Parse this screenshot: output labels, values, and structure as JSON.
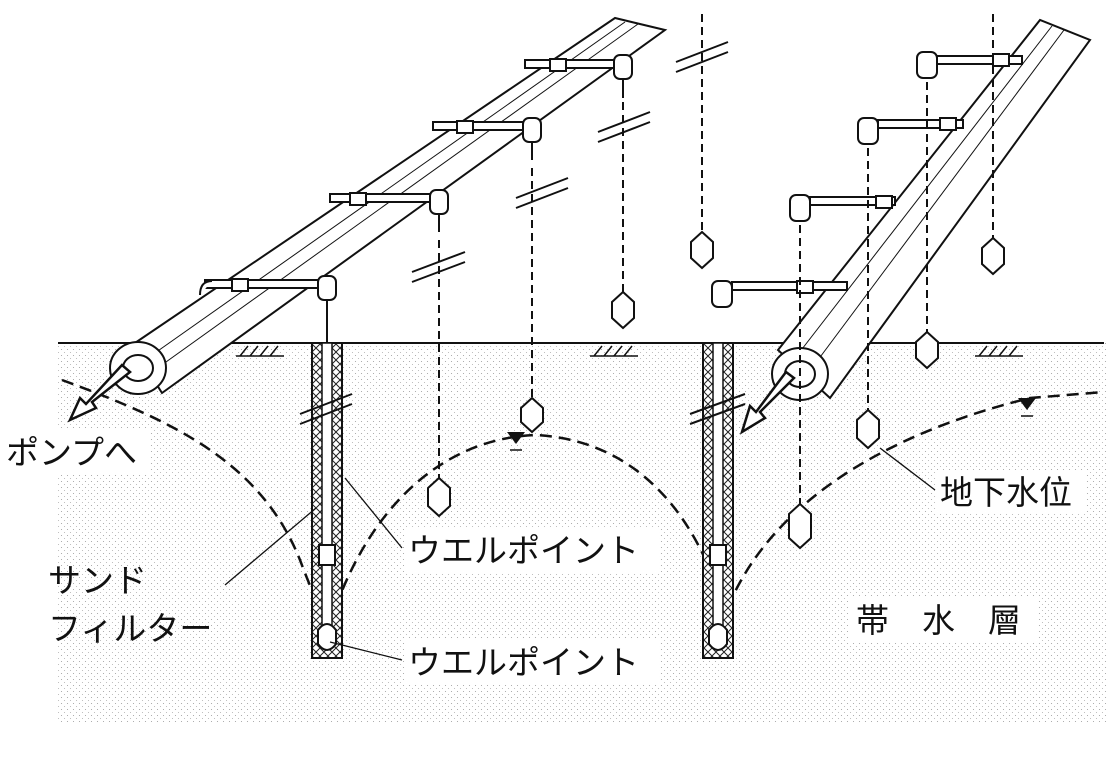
{
  "labels": {
    "to_pump": "ポンプへ",
    "groundwater_level": "地下水位",
    "well_point_upper": "ウエルポイント",
    "well_point_lower": "ウエルポイント",
    "sand_filter_line1": "サンド",
    "sand_filter_line2": "フィルター",
    "aquifer": "帯　水　層"
  },
  "colors": {
    "ink": "#111111",
    "ground_dots": "#c8c8c8",
    "background": "#ffffff"
  }
}
